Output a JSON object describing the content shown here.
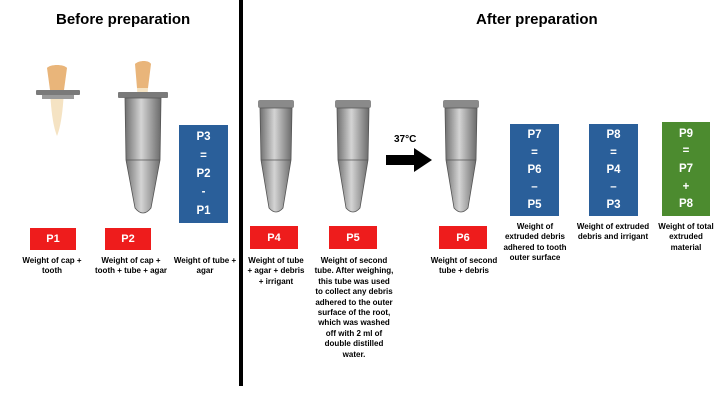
{
  "headings": {
    "before": "Before preparation",
    "after": "After preparation"
  },
  "labels": {
    "p1": "P1",
    "p2": "P2",
    "p4": "P4",
    "p5": "P5",
    "p6": "P6"
  },
  "formulas": {
    "p3": [
      "P3",
      "=",
      "P2",
      "-",
      "P1"
    ],
    "p7": [
      "P7",
      "=",
      "P6",
      "–",
      "P5"
    ],
    "p8": [
      "P8",
      "=",
      "P4",
      "–",
      "P3"
    ],
    "p9": [
      "P9",
      "=",
      "P7",
      "+",
      "P8"
    ]
  },
  "captions": {
    "p1": "Weight of cap + tooth",
    "p2": "Weight of cap + tooth + tube + agar",
    "p3": "Weight of tube + agar",
    "p4": "Weight of tube + agar + debris + irrigant",
    "p5": "Weight of second tube. After weighing, this tube was used to collect any debris adhered to the outer surface of the root, which was washed off with 2 ml of double distilled water.",
    "p6": "Weight of second tube + debris",
    "p7": "Weight of extruded debris adhered to tooth outer surface",
    "p8": "Weight of extruded debris and irrigant",
    "p9": "Weight of total extruded material"
  },
  "incubation_temp": "37°C",
  "colors": {
    "red": "#ee1c1c",
    "blue": "#2a5f9a",
    "green": "#4c8b2f"
  }
}
